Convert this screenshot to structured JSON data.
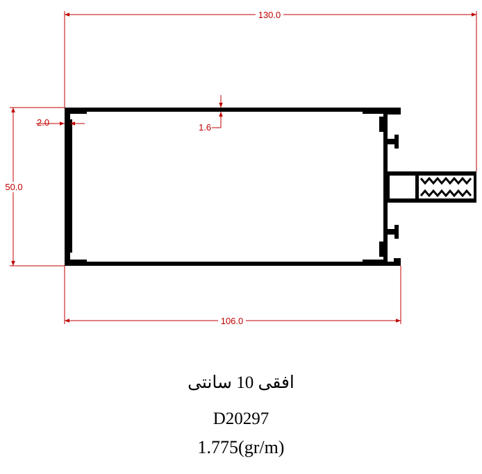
{
  "colors": {
    "dimension": "#c00000",
    "profile": "#000000",
    "background": "#ffffff"
  },
  "dimensions": {
    "overall_width": "130.0",
    "body_width": "106.0",
    "height": "50.0",
    "wall_side": "2.0",
    "wall_top": "1.6"
  },
  "caption": {
    "name": "افقی 10 سانتی",
    "code": "D20297",
    "weight": "1.775(gr/m)"
  }
}
